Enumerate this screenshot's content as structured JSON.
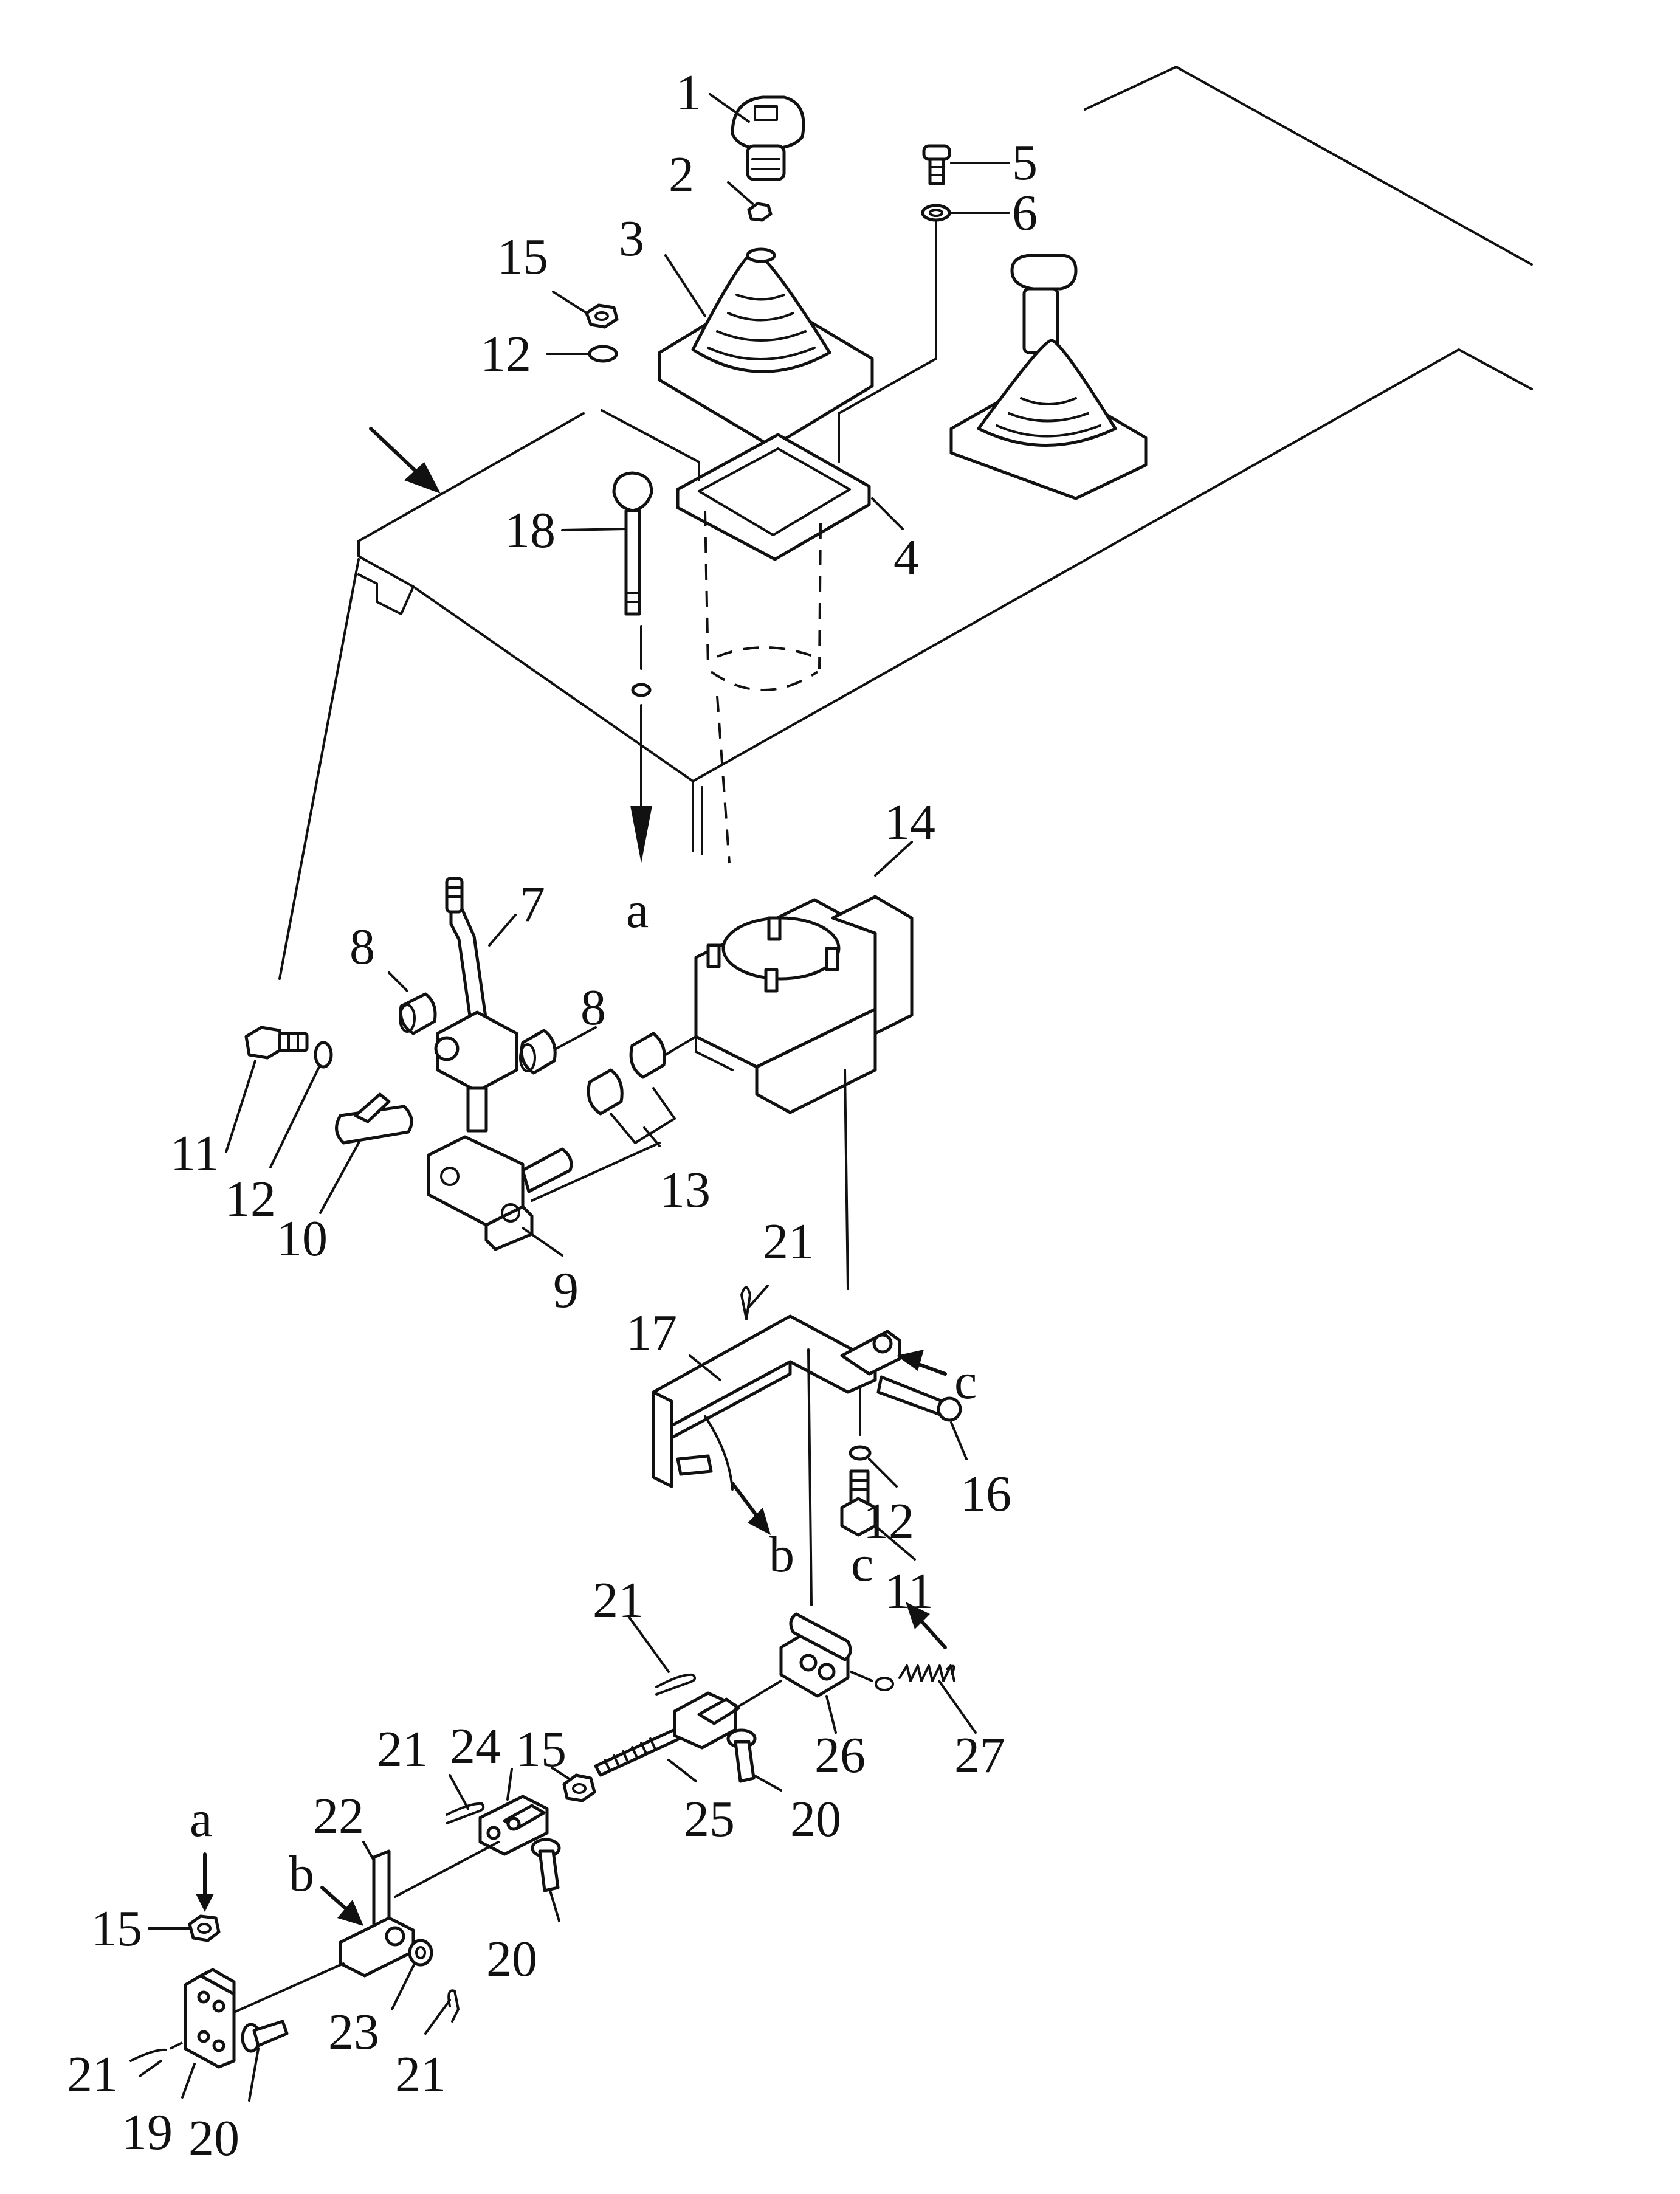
{
  "parts": [
    {
      "id": "1",
      "label": "1"
    },
    {
      "id": "2",
      "label": "2"
    },
    {
      "id": "3",
      "label": "3"
    },
    {
      "id": "4",
      "label": "4"
    },
    {
      "id": "5",
      "label": "5"
    },
    {
      "id": "6",
      "label": "6"
    },
    {
      "id": "7",
      "label": "7"
    },
    {
      "id": "8a",
      "label": "8"
    },
    {
      "id": "8b",
      "label": "8"
    },
    {
      "id": "9",
      "label": "9"
    },
    {
      "id": "10",
      "label": "10"
    },
    {
      "id": "11a",
      "label": "11"
    },
    {
      "id": "11b",
      "label": "11"
    },
    {
      "id": "12a",
      "label": "12"
    },
    {
      "id": "12b",
      "label": "12"
    },
    {
      "id": "12c",
      "label": "12"
    },
    {
      "id": "13",
      "label": "13"
    },
    {
      "id": "14",
      "label": "14"
    },
    {
      "id": "15a",
      "label": "15"
    },
    {
      "id": "15b",
      "label": "15"
    },
    {
      "id": "15c",
      "label": "15"
    },
    {
      "id": "16",
      "label": "16"
    },
    {
      "id": "17",
      "label": "17"
    },
    {
      "id": "18",
      "label": "18"
    },
    {
      "id": "19",
      "label": "19"
    },
    {
      "id": "20a",
      "label": "20"
    },
    {
      "id": "20b",
      "label": "20"
    },
    {
      "id": "20c",
      "label": "20"
    },
    {
      "id": "21a",
      "label": "21"
    },
    {
      "id": "21b",
      "label": "21"
    },
    {
      "id": "21c",
      "label": "21"
    },
    {
      "id": "21d",
      "label": "21"
    },
    {
      "id": "21e",
      "label": "21"
    },
    {
      "id": "22",
      "label": "22"
    },
    {
      "id": "23",
      "label": "23"
    },
    {
      "id": "24",
      "label": "24"
    },
    {
      "id": "25",
      "label": "25"
    },
    {
      "id": "26",
      "label": "26"
    },
    {
      "id": "27",
      "label": "27"
    }
  ],
  "connectors": [
    {
      "id": "a1",
      "label": "a"
    },
    {
      "id": "a2",
      "label": "a"
    },
    {
      "id": "b1",
      "label": "b"
    },
    {
      "id": "b2",
      "label": "b"
    },
    {
      "id": "c1",
      "label": "c"
    },
    {
      "id": "c2",
      "label": "c"
    }
  ]
}
